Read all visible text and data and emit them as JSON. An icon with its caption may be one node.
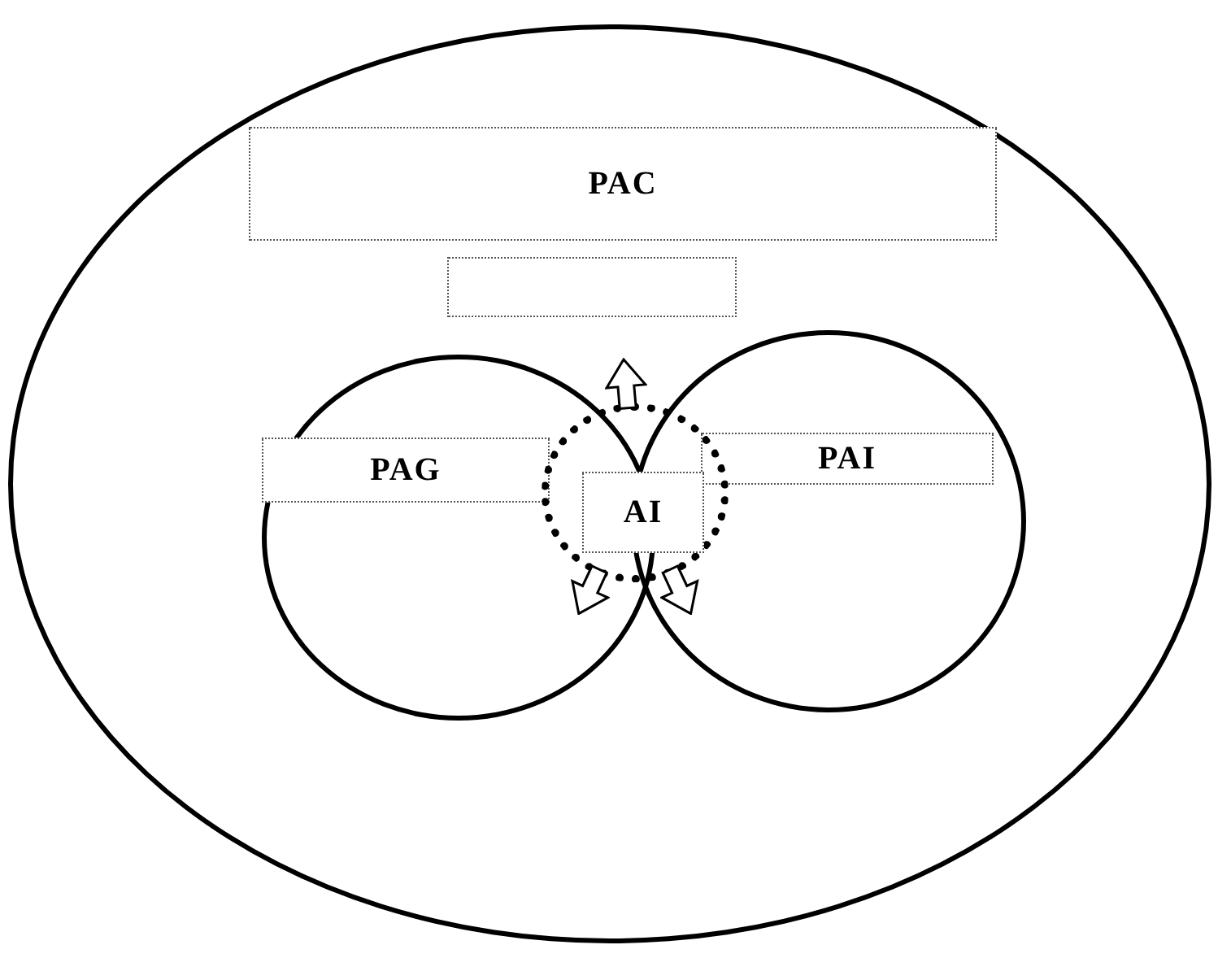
{
  "diagram": {
    "nodes": [
      {
        "text": [],
        "shape": "ellipse"
      },
      {
        "text": [
          "PAC"
        ],
        "in": 0
      },
      {
        "text": [],
        "shape": "box",
        "in": 0
      },
      {
        "text": [],
        "shape": "circle",
        "in": 0
      },
      {
        "text": [],
        "shape": "circle",
        "in": 0
      },
      {
        "text": [
          "PAG"
        ],
        "in": 3
      },
      {
        "text": [
          "PAI"
        ],
        "in": 4
      },
      {
        "text": [],
        "shape": "circle",
        "in": 0
      },
      {
        "text": [
          "AI"
        ],
        "in": 7
      }
    ],
    "edges": [
      {
        "from": 7,
        "to": null,
        "arrow": "to"
      },
      {
        "from": 7,
        "to": null,
        "arrow": "to"
      },
      {
        "from": 7,
        "to": null,
        "arrow": "to"
      }
    ]
  }
}
